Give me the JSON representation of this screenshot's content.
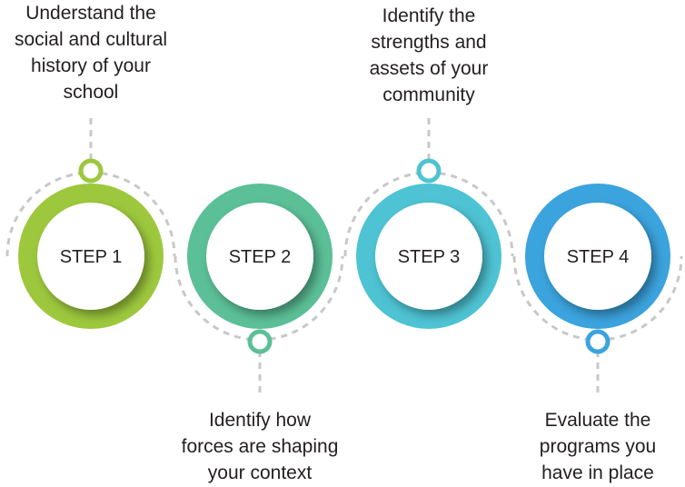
{
  "steps": [
    {
      "label": "STEP 1",
      "color": "#9dc83d",
      "caption": [
        "Understand the",
        "social and cultural",
        "history of your",
        "school"
      ]
    },
    {
      "label": "STEP 2",
      "color": "#5bbf97",
      "caption": [
        "Identify how",
        "forces are shaping",
        "your context"
      ]
    },
    {
      "label": "STEP 3",
      "color": "#4ec3d3",
      "caption": [
        "Identify the",
        "strengths and",
        "assets of your",
        "community"
      ]
    },
    {
      "label": "STEP 4",
      "color": "#3ba3dd",
      "caption": [
        "Evaluate the",
        "programs you",
        "have in place"
      ]
    }
  ],
  "colors": {
    "connector": "#c8c8c8",
    "text": "#231f20",
    "circle_fill": "#ffffff"
  }
}
